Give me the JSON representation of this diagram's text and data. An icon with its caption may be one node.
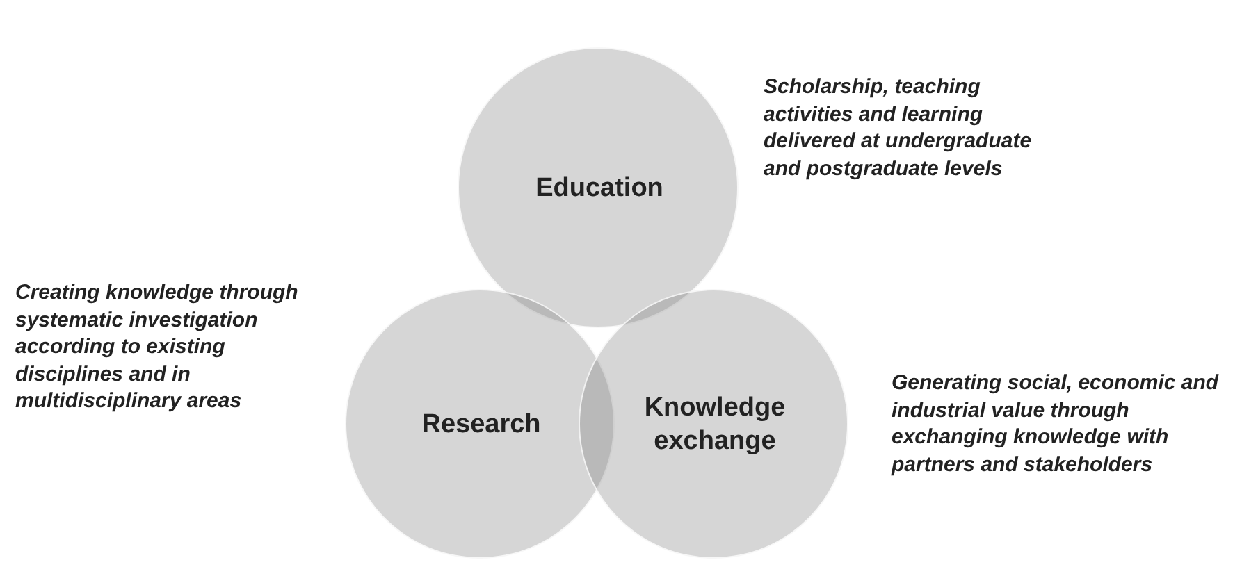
{
  "diagram": {
    "nodes": [
      {
        "text": [
          "Education"
        ],
        "beside": [
          "Scholarship, teaching activities and learning delivered at undergraduate and postgraduate levels"
        ]
      },
      {
        "text": [
          "Research"
        ],
        "beside": [
          "Creating knowledge through systematic investigation according to existing disciplines and in multidisciplinary areas"
        ]
      },
      {
        "text": [
          "Knowledge exchange"
        ],
        "beside": [
          "Generating social, economic and industrial value through exchanging knowledge with partners and stakeholders"
        ]
      }
    ]
  }
}
